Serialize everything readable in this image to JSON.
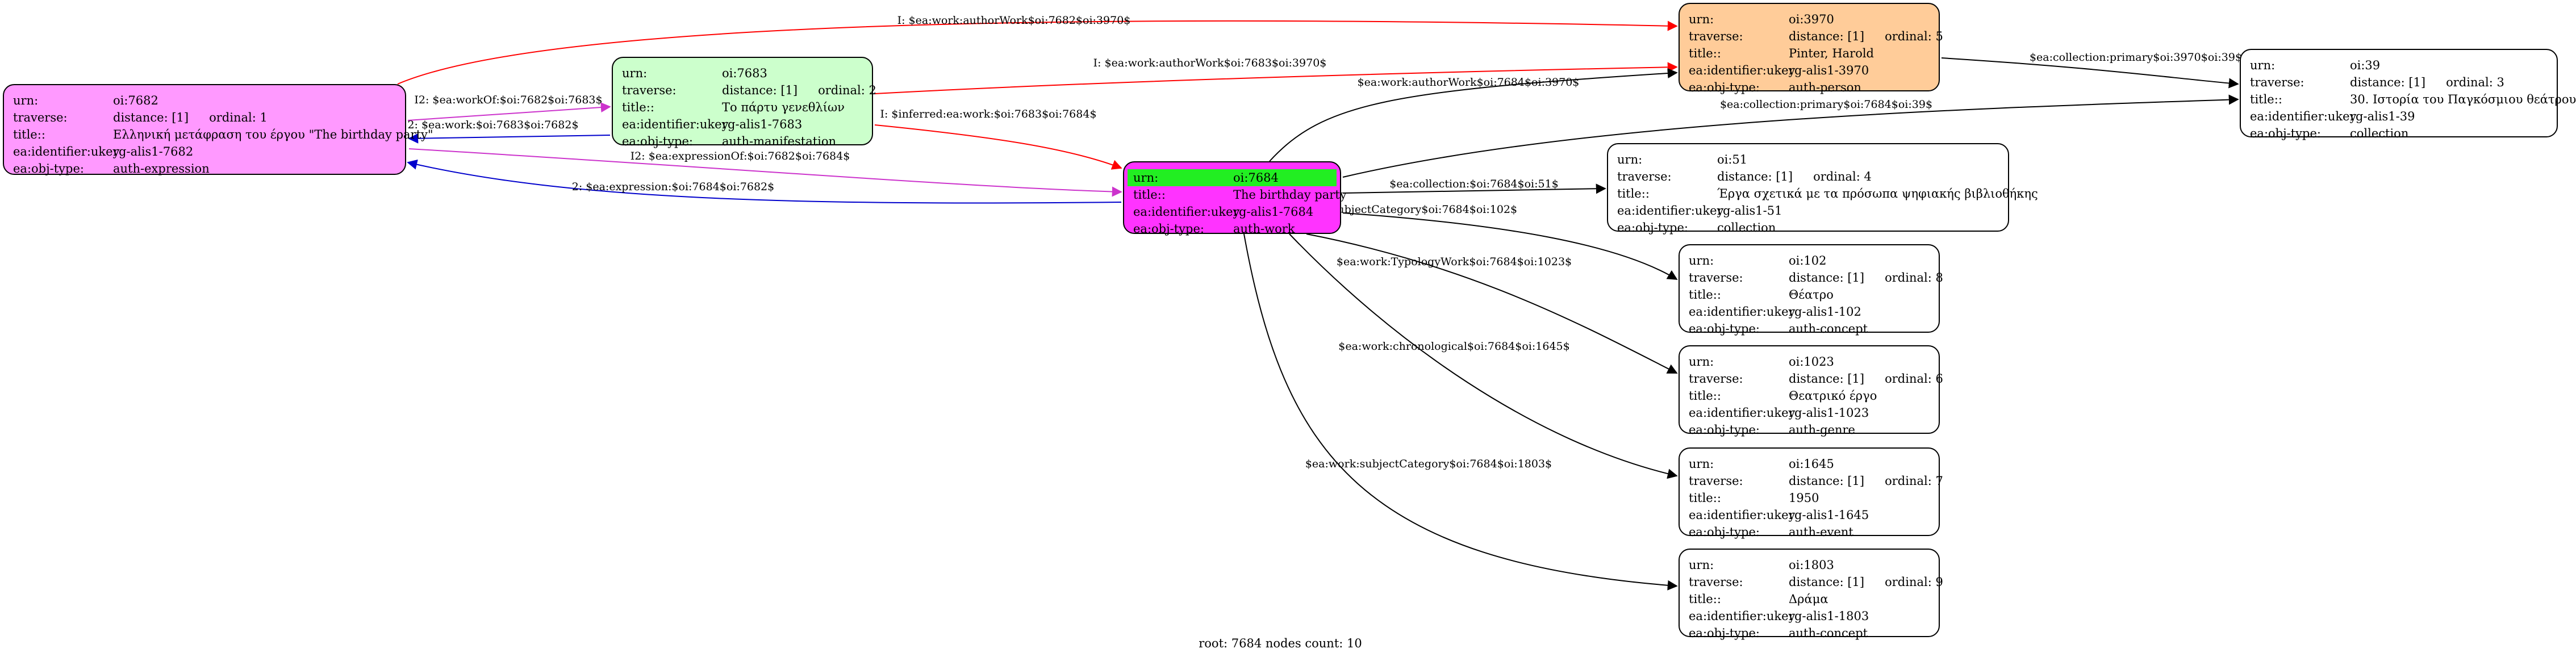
{
  "nodes": {
    "n7682": {
      "urn_label": "urn:",
      "urn": "oi:7682",
      "traverse_label": "traverse:",
      "distance": "distance: [1]",
      "ordinal": "ordinal: 1",
      "title_label": "title::",
      "title": "Ελληνική μετάφραση του έργου \"The birthday party\"",
      "ukey_label": "ea:identifier:ukey",
      "ukey": "rg-alis1-7682",
      "type_label": "ea:obj-type:",
      "type": "auth-expression",
      "fill": "#ff99ff"
    },
    "n7683": {
      "urn_label": "urn:",
      "urn": "oi:7683",
      "traverse_label": "traverse:",
      "distance": "distance: [1]",
      "ordinal": "ordinal: 2",
      "title_label": "title::",
      "title": "Το πάρτυ γενεθλίων",
      "ukey_label": "ea:identifier:ukey",
      "ukey": "rg-alis1-7683",
      "type_label": "ea:obj-type:",
      "type": "auth-manifestation",
      "fill": "#ccffcc"
    },
    "n7684": {
      "urn_label": "urn:",
      "urn": "oi:7684",
      "title_label": "title::",
      "title": "The birthday party",
      "ukey_label": "ea:identifier:ukey",
      "ukey": "rg-alis1-7684",
      "type_label": "ea:obj-type:",
      "type": "auth-work",
      "fill": "#ff33ff",
      "highlight": "#22ee22"
    },
    "n3970": {
      "urn_label": "urn:",
      "urn": "oi:3970",
      "traverse_label": "traverse:",
      "distance": "distance: [1]",
      "ordinal": "ordinal: 5",
      "title_label": "title::",
      "title": "Pinter, Harold",
      "ukey_label": "ea:identifier:ukey",
      "ukey": "rg-alis1-3970",
      "type_label": "ea:obj-type:",
      "type": "auth-person",
      "fill": "#ffcc99"
    },
    "n39": {
      "urn_label": "urn:",
      "urn": "oi:39",
      "traverse_label": "traverse:",
      "distance": "distance: [1]",
      "ordinal": "ordinal: 3",
      "title_label": "title::",
      "title": "30. Ιστορία του Παγκόσμιου θεάτρου",
      "ukey_label": "ea:identifier:ukey",
      "ukey": "rg-alis1-39",
      "type_label": "ea:obj-type:",
      "type": "collection",
      "fill": "#ffffff"
    },
    "n51": {
      "urn_label": "urn:",
      "urn": "oi:51",
      "traverse_label": "traverse:",
      "distance": "distance: [1]",
      "ordinal": "ordinal: 4",
      "title_label": "title::",
      "title": "Έργα σχετικά με τα πρόσωπα ψηφιακής βιβλιοθήκης",
      "ukey_label": "ea:identifier:ukey",
      "ukey": "rg-alis1-51",
      "type_label": "ea:obj-type:",
      "type": "collection",
      "fill": "#ffffff"
    },
    "n102": {
      "urn_label": "urn:",
      "urn": "oi:102",
      "traverse_label": "traverse:",
      "distance": "distance: [1]",
      "ordinal": "ordinal: 8",
      "title_label": "title::",
      "title": "Θέατρο",
      "ukey_label": "ea:identifier:ukey",
      "ukey": "rg-alis1-102",
      "type_label": "ea:obj-type:",
      "type": "auth-concept",
      "fill": "#ffffff"
    },
    "n1023": {
      "urn_label": "urn:",
      "urn": "oi:1023",
      "traverse_label": "traverse:",
      "distance": "distance: [1]",
      "ordinal": "ordinal: 6",
      "title_label": "title::",
      "title": "Θεατρικό έργο",
      "ukey_label": "ea:identifier:ukey",
      "ukey": "rg-alis1-1023",
      "type_label": "ea:obj-type:",
      "type": "auth-genre",
      "fill": "#ffffff"
    },
    "n1645": {
      "urn_label": "urn:",
      "urn": "oi:1645",
      "traverse_label": "traverse:",
      "distance": "distance: [1]",
      "ordinal": "ordinal: 7",
      "title_label": "title::",
      "title": "1950",
      "ukey_label": "ea:identifier:ukey",
      "ukey": "rg-alis1-1645",
      "type_label": "ea:obj-type:",
      "type": "auth-event",
      "fill": "#ffffff"
    },
    "n1803": {
      "urn_label": "urn:",
      "urn": "oi:1803",
      "traverse_label": "traverse:",
      "distance": "distance: [1]",
      "ordinal": "ordinal: 9",
      "title_label": "title::",
      "title": "Δράμα",
      "ukey_label": "ea:identifier:ukey",
      "ukey": "rg-alis1-1803",
      "type_label": "ea:obj-type:",
      "type": "auth-concept",
      "fill": "#ffffff"
    }
  },
  "edges": [
    {
      "label": "I: $ea:work:authorWork$oi:7682$oi:3970$",
      "color": "#ff0000"
    },
    {
      "label": "I: $ea:work:authorWork$oi:7683$oi:3970$",
      "color": "#ff0000"
    },
    {
      "label": "I2: $ea:workOf:$oi:7682$oi:7683$",
      "color": "#cc33cc"
    },
    {
      "label": "2: $ea:work:$oi:7683$oi:7682$",
      "color": "#0000cc"
    },
    {
      "label": "I: $inferred:ea:work:$oi:7683$oi:7684$",
      "color": "#ff0000"
    },
    {
      "label": "I2: $ea:expressionOf:$oi:7682$oi:7684$",
      "color": "#cc33cc"
    },
    {
      "label": "2: $ea:expression:$oi:7684$oi:7682$",
      "color": "#0000cc"
    },
    {
      "label": "$ea:work:authorWork$oi:7684$oi:3970$",
      "color": "#000000"
    },
    {
      "label": "$ea:collection:primary$oi:3970$oi:39$",
      "color": "#000000"
    },
    {
      "label": "$ea:collection:primary$oi:7684$oi:39$",
      "color": "#000000"
    },
    {
      "label": "$ea:collection:$oi:7684$oi:51$",
      "color": "#000000"
    },
    {
      "label": "$ea:work:subjectCategory$oi:7684$oi:102$",
      "color": "#000000"
    },
    {
      "label": "$ea:work:TypologyWork$oi:7684$oi:1023$",
      "color": "#000000"
    },
    {
      "label": "$ea:work:chronological$oi:7684$oi:1645$",
      "color": "#000000"
    },
    {
      "label": "$ea:work:subjectCategory$oi:7684$oi:1803$",
      "color": "#000000"
    }
  ],
  "footer": "root: 7684 nodes count: 10"
}
